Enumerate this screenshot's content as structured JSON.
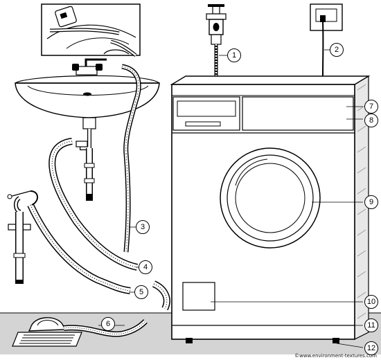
{
  "callouts": [
    {
      "id": "1",
      "text": "1"
    },
    {
      "id": "2",
      "text": "2"
    },
    {
      "id": "3",
      "text": "3"
    },
    {
      "id": "4",
      "text": "4"
    },
    {
      "id": "5",
      "text": "5"
    },
    {
      "id": "6",
      "text": "6"
    },
    {
      "id": "7",
      "text": "7"
    },
    {
      "id": "8",
      "text": "8"
    },
    {
      "id": "9",
      "text": "9"
    },
    {
      "id": "10",
      "text": "10"
    },
    {
      "id": "11",
      "text": "11"
    },
    {
      "id": "12",
      "text": "12"
    }
  ],
  "credit": "©www.environment-textures.com",
  "colors": {
    "line": "#000000",
    "paper": "#ffffff",
    "floor": "#d4d4d4",
    "hatch": "#9a9a9a"
  }
}
